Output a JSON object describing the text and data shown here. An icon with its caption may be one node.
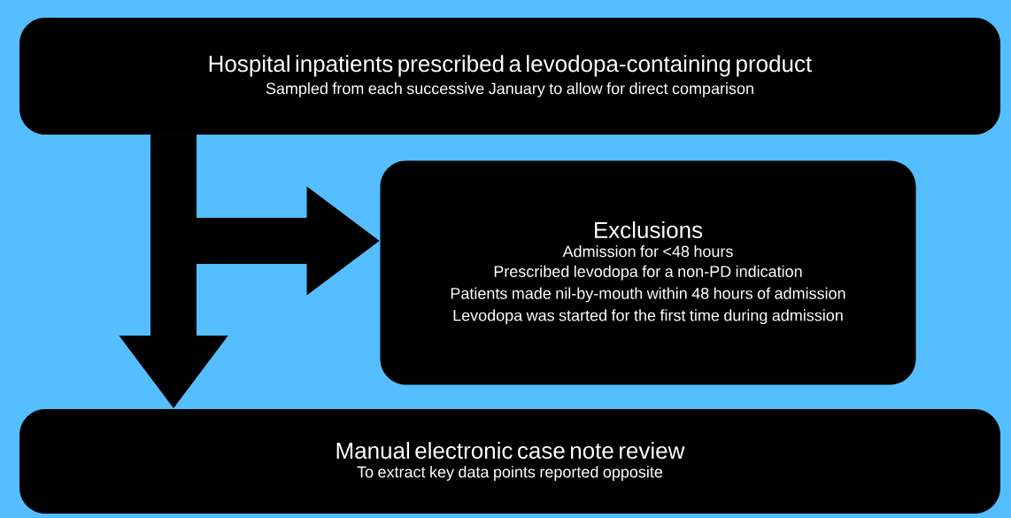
{
  "diagram": {
    "nodes": [
      {
        "text": [
          "Hospital inpatients prescribed a levodopa-containing product",
          "Sampled from each successive January to allow for direct comparison"
        ]
      },
      {
        "text": [
          "Exclusions",
          "Admission for <48 hours",
          "Prescribed levodopa for a non-PD indication",
          "Patients made nil-by-mouth within 48 hours of admission",
          "Levodopa was started for the first time during admission"
        ]
      },
      {
        "text": [
          "Manual electronic case note review",
          "To extract key data points reported opposite"
        ]
      }
    ],
    "edges": [
      {
        "from": 0,
        "to": 2,
        "arrow": "to"
      },
      {
        "from": 0,
        "to": 1,
        "arrow": "to"
      }
    ]
  }
}
